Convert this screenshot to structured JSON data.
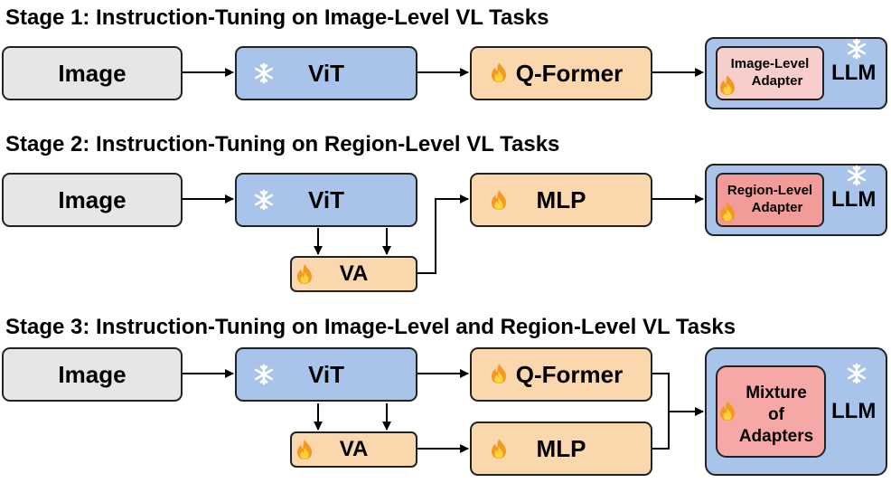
{
  "stages": [
    {
      "title": "Stage 1: Instruction-Tuning on Image-Level VL Tasks",
      "image": "Image",
      "vit": "ViT",
      "middle": "Q-Former",
      "adapter_line1": "Image-Level",
      "adapter_line2": "Adapter",
      "llm": "LLM"
    },
    {
      "title": "Stage 2: Instruction-Tuning on Region-Level VL Tasks",
      "image": "Image",
      "vit": "ViT",
      "va": "VA",
      "middle": "MLP",
      "adapter_line1": "Region-Level",
      "adapter_line2": "Adapter",
      "llm": "LLM"
    },
    {
      "title": "Stage 3: Instruction-Tuning on Image-Level and Region-Level VL Tasks",
      "image": "Image",
      "vit": "ViT",
      "va": "VA",
      "qformer": "Q-Former",
      "mlp": "MLP",
      "adapter_line1": "Mixture",
      "adapter_line2": "of",
      "adapter_line3": "Adapters",
      "llm": "LLM"
    }
  ],
  "colors": {
    "image_box": "#e6e6e6",
    "vit_box": "#a9c4eb",
    "trainable_box": "#fad7ac",
    "llm_box": "#a9c4eb",
    "image_level_adapter": "#f8cecc",
    "region_level_adapter": "#f19c99",
    "mixture_adapter": "#f6a8a6"
  },
  "icons": {
    "frozen": "snowflake-icon",
    "trainable": "flame-icon"
  }
}
